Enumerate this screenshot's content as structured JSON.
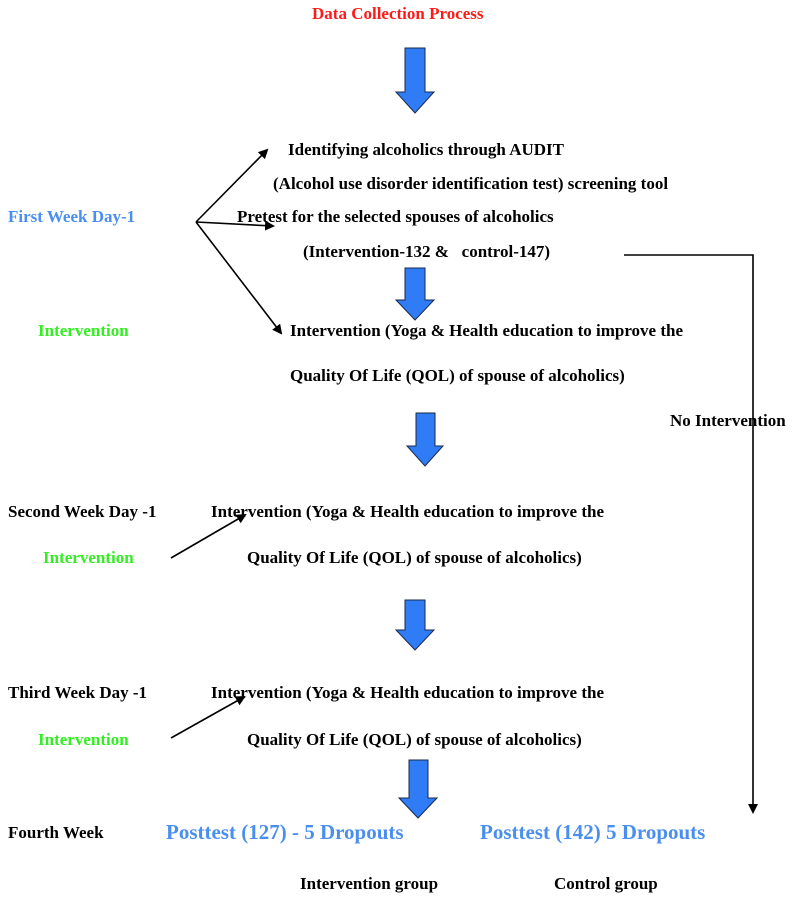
{
  "title": "Data Collection Process",
  "colors": {
    "title": "#ff1a1a",
    "week1_label": "#4a8ff0",
    "intervention_label": "#33ee22",
    "posttest": "#4a8ff0",
    "block_arrow_fill": "#2f7cf6",
    "block_arrow_stroke": "#1a2a4a"
  },
  "week1": {
    "label": "First Week Day-1",
    "intervention_label": "Intervention",
    "step_identify_line1": "Identifying alcoholics through AUDIT",
    "step_identify_line2": "(Alcohol use disorder identification test) screening tool",
    "step_pretest_line1": "Pretest for the selected spouses of alcoholics",
    "step_pretest_line2": "(Intervention-132 &   control-147)",
    "step_intervention_line1": "Intervention (Yoga & Health education to improve the",
    "step_intervention_line2": "Quality Of Life (QOL) of spouse of alcoholics)"
  },
  "control_branch": {
    "label": "No Intervention"
  },
  "week2": {
    "label": "Second Week Day -1",
    "intervention_label": "Intervention",
    "step_line1": "Intervention (Yoga & Health education to improve the",
    "step_line2": "Quality Of Life (QOL) of spouse of alcoholics)"
  },
  "week3": {
    "label": "Third Week Day -1",
    "intervention_label": "Intervention",
    "step_line1": "Intervention (Yoga & Health education to improve the",
    "step_line2": "Quality Of Life (QOL) of spouse of alcoholics)"
  },
  "week4": {
    "label": "Fourth Week",
    "posttest_intervention": "Posttest (127) - 5 Dropouts",
    "posttest_control": "Posttest (142) 5 Dropouts",
    "intervention_group_label": "Intervention group",
    "control_group_label": "Control group"
  }
}
